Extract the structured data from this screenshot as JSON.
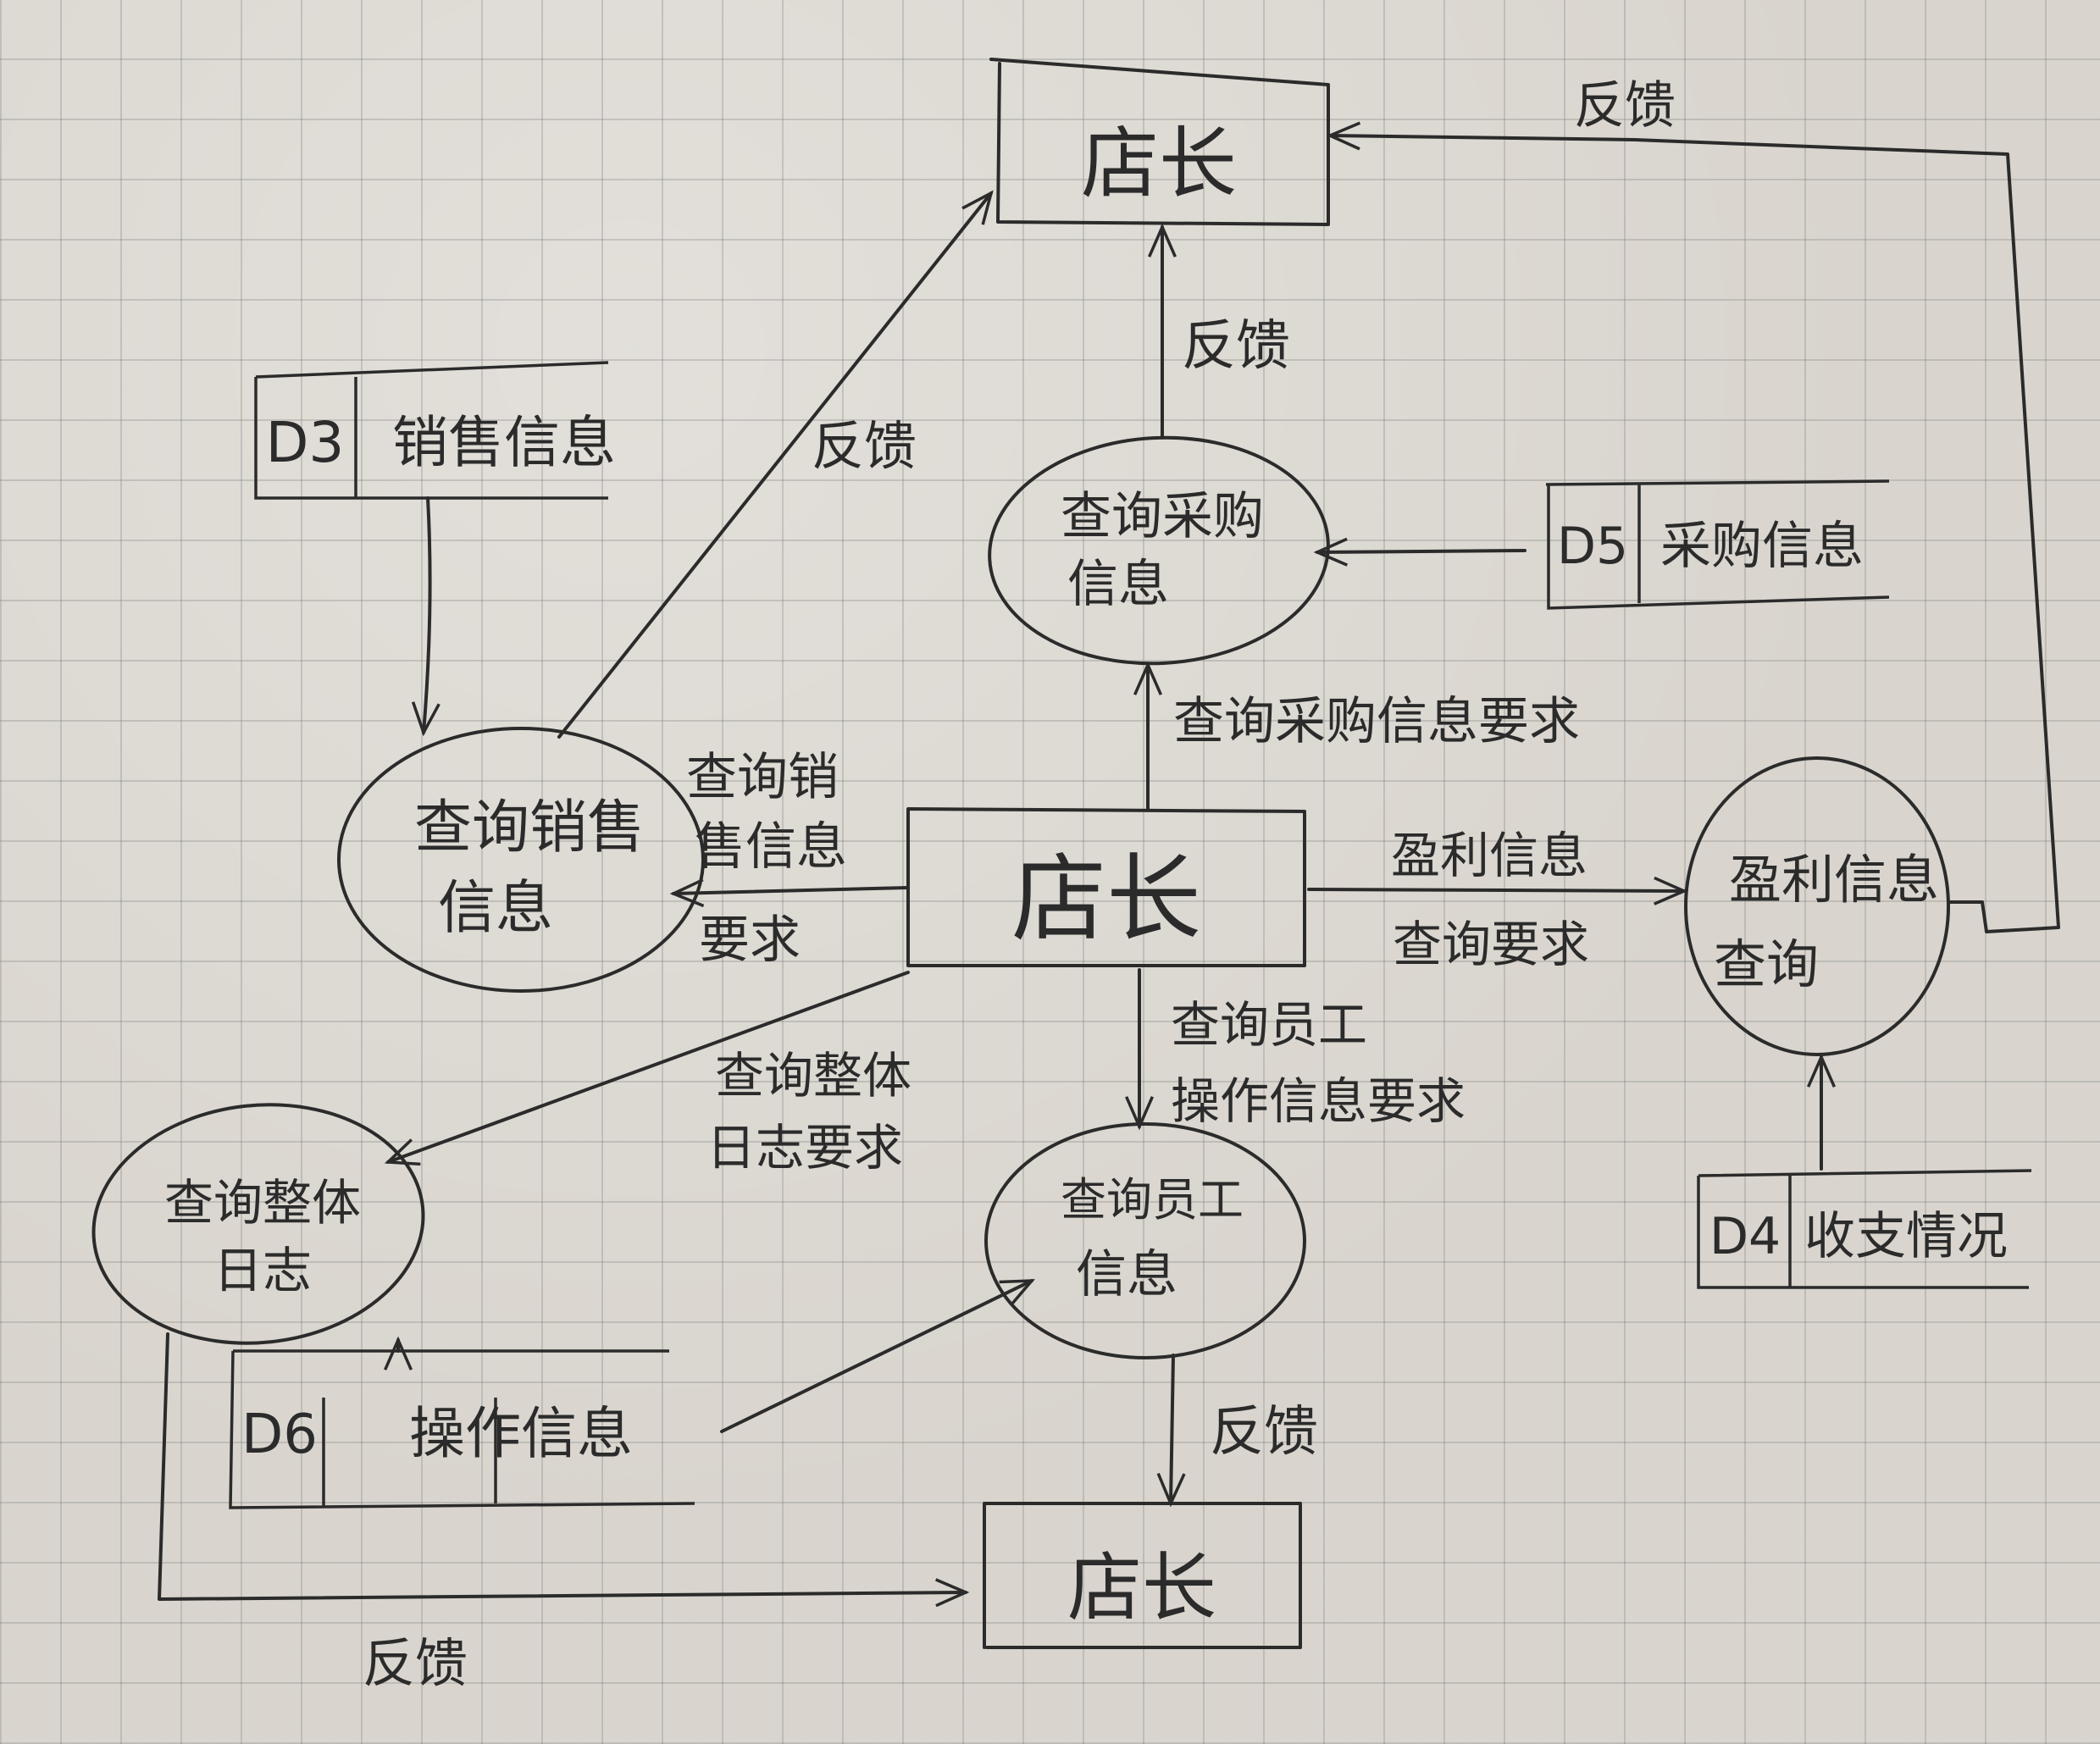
{
  "entities": {
    "top": "店长",
    "center": "店长",
    "bottom": "店长"
  },
  "processes": {
    "purchase_query": [
      "查询采购",
      "信息"
    ],
    "sales_query": [
      "查询销售",
      "信息"
    ],
    "profit_query": [
      "盈利信息",
      "查询"
    ],
    "log_query": [
      "查询整体",
      "日志"
    ],
    "staff_query": [
      "查询员工",
      "信息"
    ]
  },
  "stores": {
    "d3": {
      "id": "D3",
      "name": "销售信息"
    },
    "d5": {
      "id": "D5",
      "name": "采购信息"
    },
    "d4": {
      "id": "D4",
      "name": "收支情况"
    },
    "d6": {
      "id": "D6",
      "name": "操作信息"
    }
  },
  "flows": {
    "feedback_top_right": "反馈",
    "feedback_purchase": "反馈",
    "feedback_sales": "反馈",
    "feedback_staff": "反馈",
    "feedback_log": "反馈",
    "purchase_request": "查询采购信息要求",
    "sales_request": [
      "查询销",
      "售信息",
      "要求"
    ],
    "profit_request": [
      "盈利信息",
      "查询要求"
    ],
    "staff_request": [
      "查询员工",
      "操作信息要求"
    ],
    "log_request": [
      "查询整体",
      "日志要求"
    ]
  }
}
